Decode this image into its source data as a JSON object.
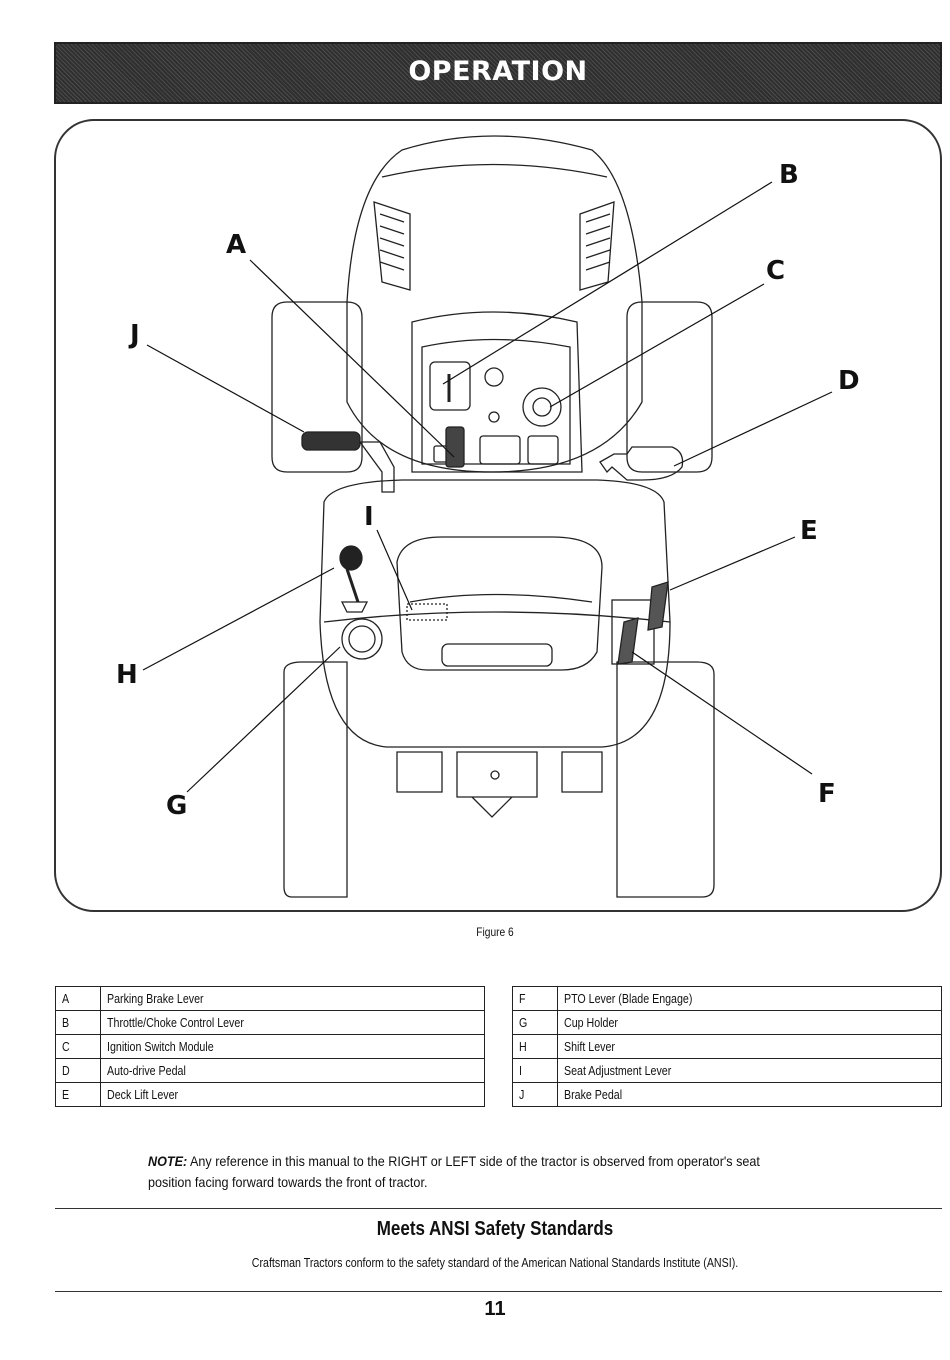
{
  "header": {
    "title": "OPERATION"
  },
  "figure": {
    "caption": "Figure 6",
    "callouts": {
      "a": "A",
      "b": "B",
      "c": "C",
      "d": "D",
      "e": "E",
      "f": "F",
      "g": "G",
      "h": "H",
      "i": "I",
      "j": "J"
    }
  },
  "legend": {
    "left": [
      {
        "key": "A",
        "label": "Parking Brake Lever"
      },
      {
        "key": "B",
        "label": "Throttle/Choke Control Lever"
      },
      {
        "key": "C",
        "label": "Ignition Switch Module"
      },
      {
        "key": "D",
        "label": "Auto-drive Pedal"
      },
      {
        "key": "E",
        "label": "Deck Lift Lever"
      }
    ],
    "right": [
      {
        "key": "F",
        "label": "PTO Lever (Blade Engage)"
      },
      {
        "key": "G",
        "label": "Cup Holder"
      },
      {
        "key": "H",
        "label": "Shift Lever"
      },
      {
        "key": "I",
        "label": "Seat Adjustment Lever"
      },
      {
        "key": "J",
        "label": "Brake Pedal"
      }
    ]
  },
  "note": {
    "label": "NOTE:",
    "text": " Any reference in this manual to the RIGHT or LEFT side of the tractor is observed from operator's seat position facing forward towards the front of tractor."
  },
  "ansi": {
    "heading": "Meets ANSI Safety Standards",
    "body": "Craftsman Tractors conform to the safety standard of the American National Standards Institute (ANSI)."
  },
  "page_number": "11"
}
